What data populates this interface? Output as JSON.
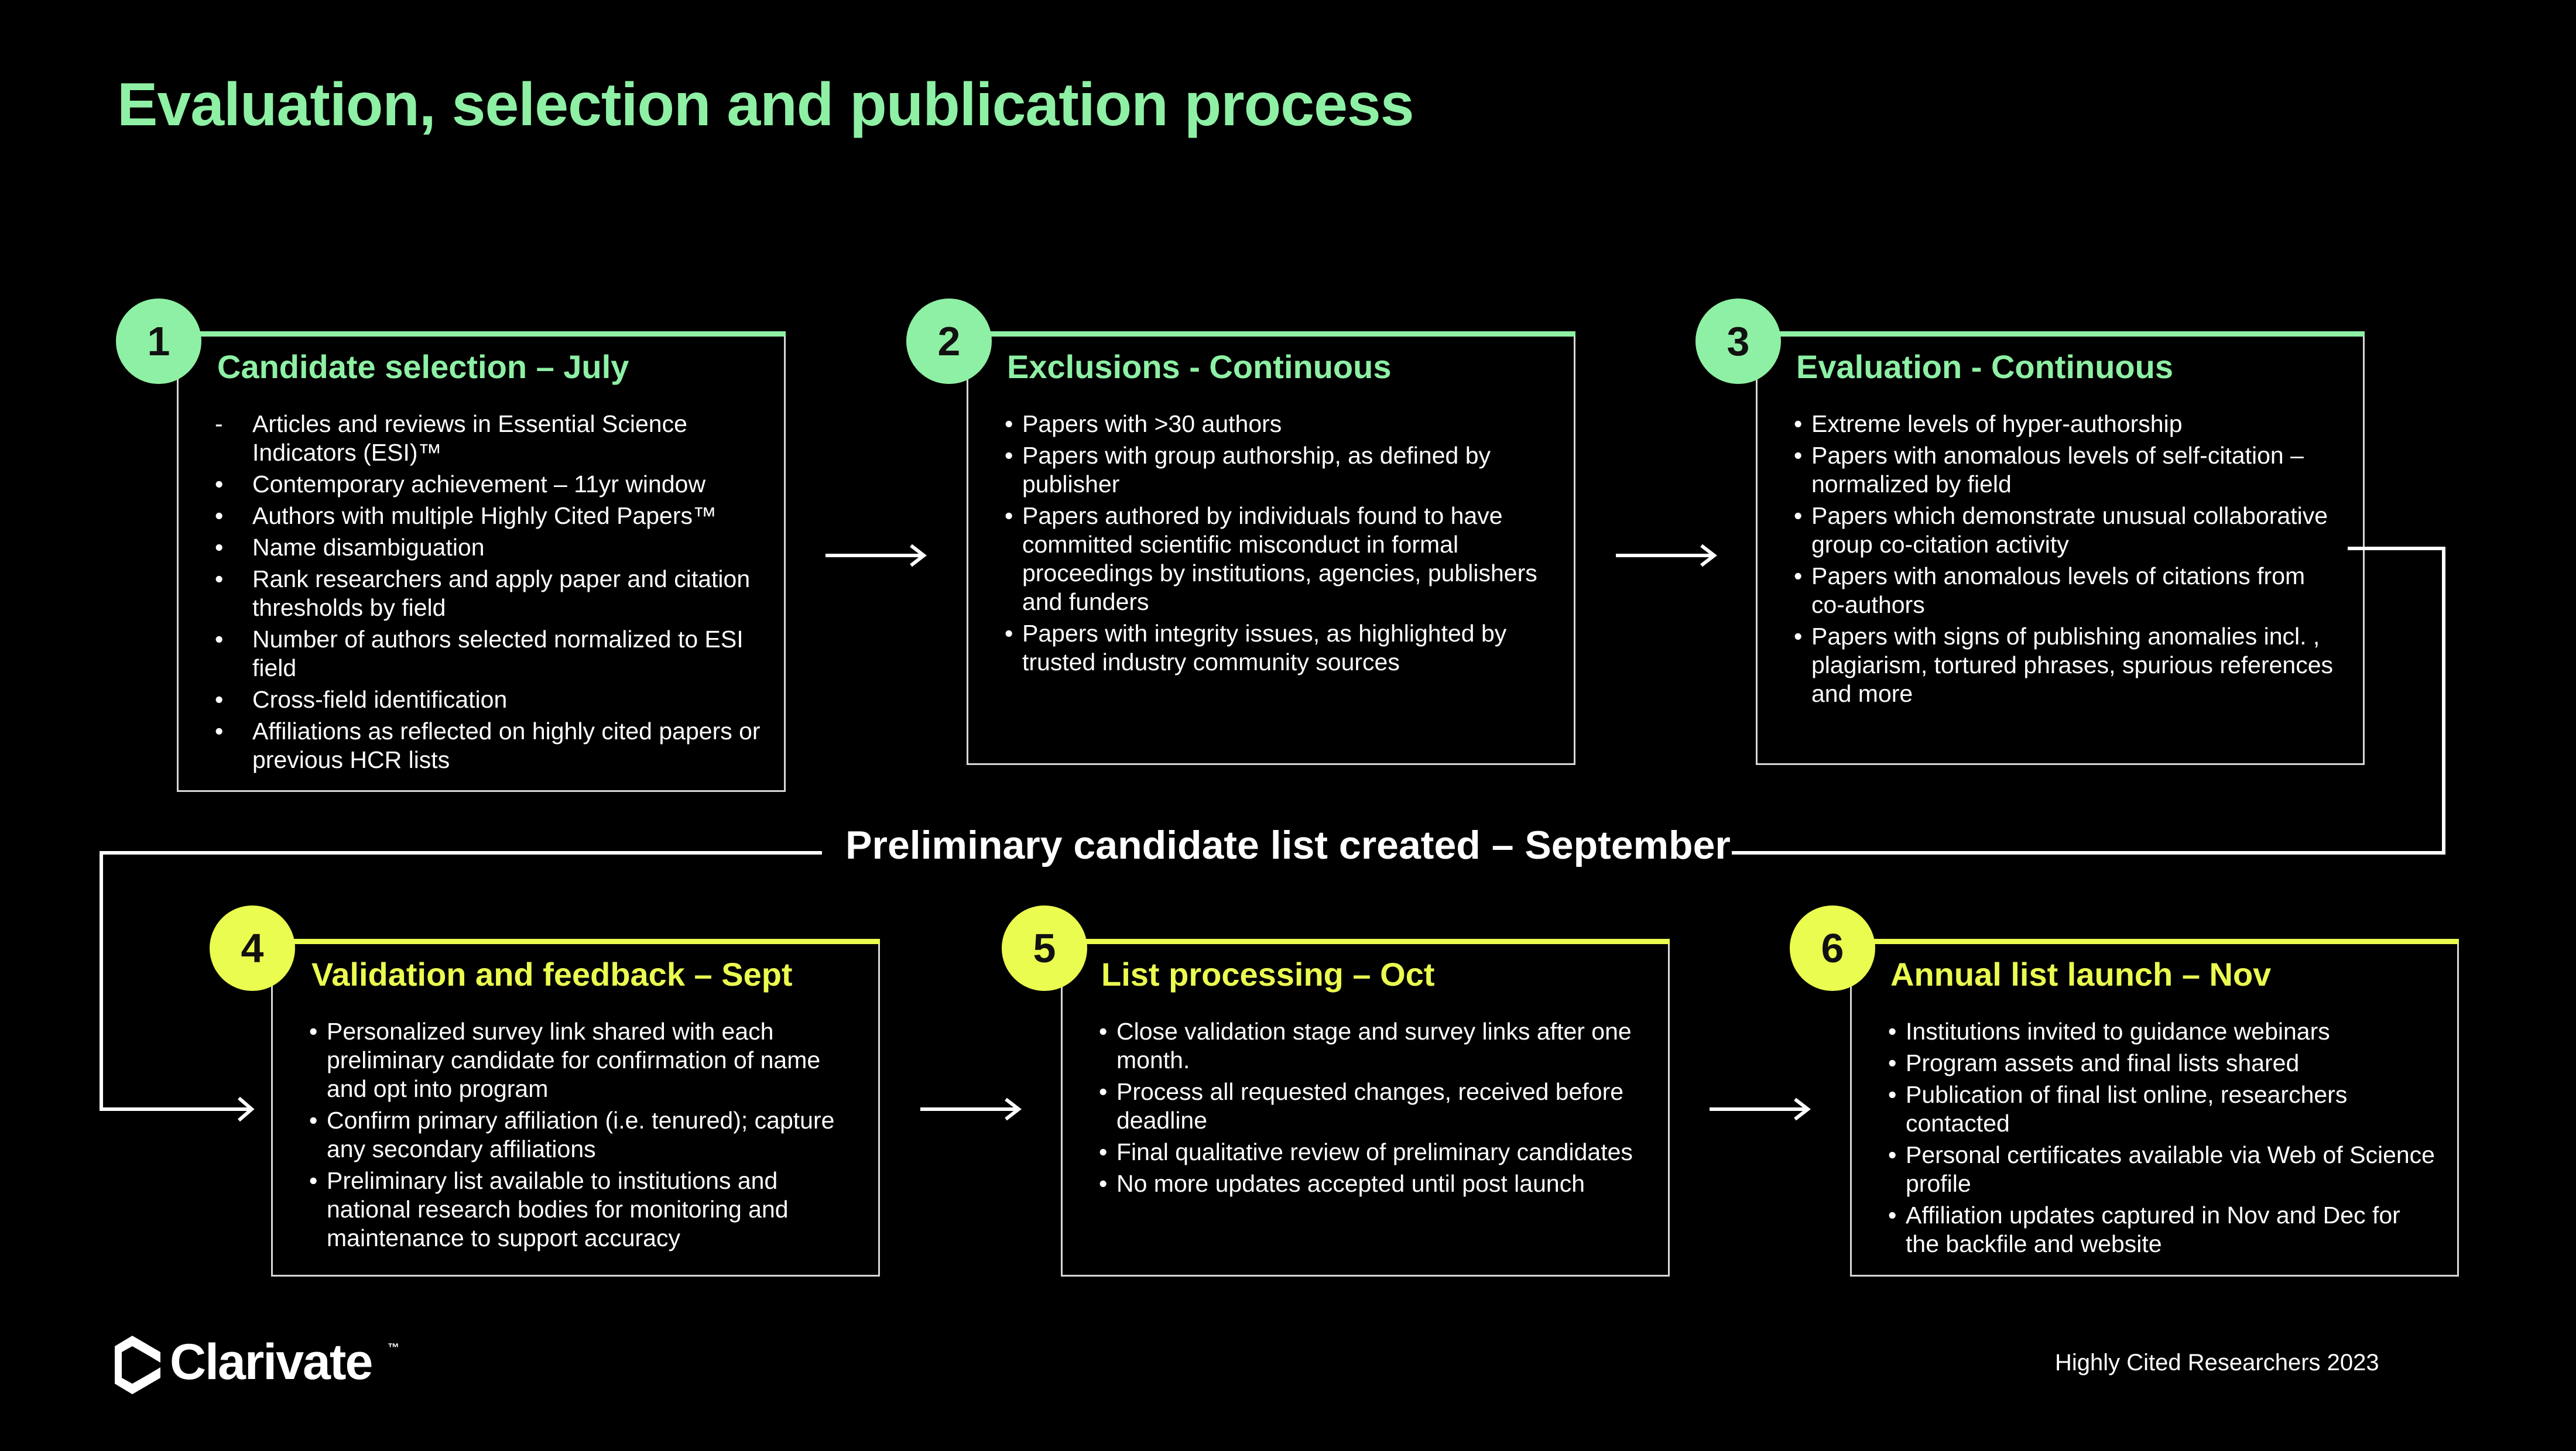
{
  "title": "Evaluation, selection and publication process",
  "colors": {
    "green": "#8ef0a4",
    "yellow": "#eafc4f",
    "background": "#000000"
  },
  "steps": [
    {
      "number": "1",
      "heading": "Candidate selection – July",
      "items": [
        "Articles and reviews in Essential Science Indicators (ESI)™",
        "Contemporary achievement – 11yr window",
        "Authors with multiple Highly Cited Papers™",
        "Name disambiguation",
        "Rank researchers and apply paper and citation thresholds by field",
        "Number of authors selected normalized to ESI field",
        "Cross-field identification",
        "Affiliations as reflected on highly cited papers or previous HCR lists"
      ]
    },
    {
      "number": "2",
      "heading": "Exclusions - Continuous",
      "items": [
        "Papers with >30 authors",
        "Papers with group authorship, as defined by publisher",
        "Papers authored by individuals found to have committed scientific misconduct in formal proceedings by institutions, agencies, publishers and funders",
        "Papers with integrity issues, as highlighted by trusted industry community sources"
      ]
    },
    {
      "number": "3",
      "heading": "Evaluation - Continuous",
      "items": [
        "Extreme levels of hyper-authorship",
        "Papers with anomalous levels of self-citation – normalized by field",
        "Papers which demonstrate unusual collaborative group co-citation activity",
        "Papers with anomalous levels of citations from co-authors",
        "Papers with signs of publishing anomalies incl. , plagiarism, tortured phrases, spurious references and more"
      ]
    },
    {
      "number": "4",
      "heading": "Validation and feedback – Sept",
      "items": [
        "Personalized survey link shared with each preliminary candidate for confirmation of name and opt into program",
        "Confirm primary affiliation (i.e. tenured); capture any secondary affiliations",
        "Preliminary list available to institutions and national research bodies for monitoring and maintenance to support accuracy"
      ]
    },
    {
      "number": "5",
      "heading": "List processing – Oct",
      "items": [
        "Close validation stage and survey links after one month.",
        "Process all requested changes, received before deadline",
        "Final qualitative review of preliminary candidates",
        "No more updates accepted until post launch"
      ]
    },
    {
      "number": "6",
      "heading": "Annual list launch – Nov",
      "items": [
        "Institutions invited to guidance webinars",
        "Program assets and final lists shared",
        "Publication of final list online, researchers contacted",
        "Personal certificates available via Web of Science profile",
        "Affiliation updates captured in Nov and Dec for the backfile and website"
      ]
    }
  ],
  "milestone": "Preliminary candidate list created – September",
  "logo": {
    "name": "Clarivate",
    "tm": "™"
  },
  "footer": "Highly Cited Researchers 2023"
}
